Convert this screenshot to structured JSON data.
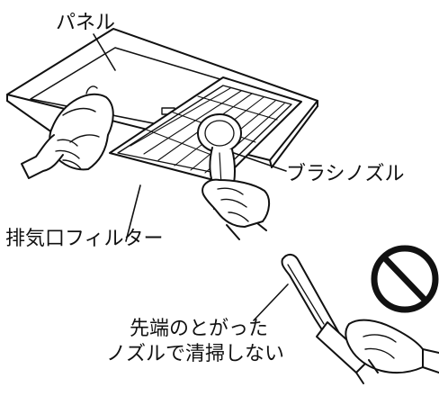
{
  "labels": {
    "panel": "パネル",
    "brush_nozzle": "ブラシノズル",
    "exhaust_filter": "排気口フィルター",
    "warning_line1": "先端のとがった",
    "warning_line2": "ノズルで清掃しない"
  },
  "colors": {
    "line": "#111111",
    "background": "#ffffff"
  }
}
